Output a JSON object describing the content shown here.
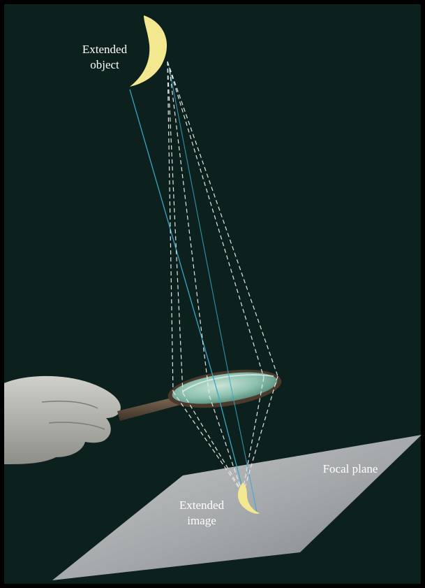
{
  "labels": {
    "object_line1": "Extended",
    "object_line2": "object",
    "focal_plane": "Focal plane",
    "image_line1": "Extended",
    "image_line2": "image"
  },
  "colors": {
    "background": "#0c201d",
    "frame": "#000000",
    "moon": "#f3e88f",
    "ray_solid": "#3aa6c4",
    "ray_dashed": "#e6e6e6",
    "plane": "#a9adb0",
    "lens_glass": "#8fc3b3",
    "handle": "#5a4a3a",
    "hand": "#b8b8b3"
  },
  "icons": [
    "crescent-moon-object",
    "magnifying-glass",
    "hand",
    "focal-plane"
  ]
}
